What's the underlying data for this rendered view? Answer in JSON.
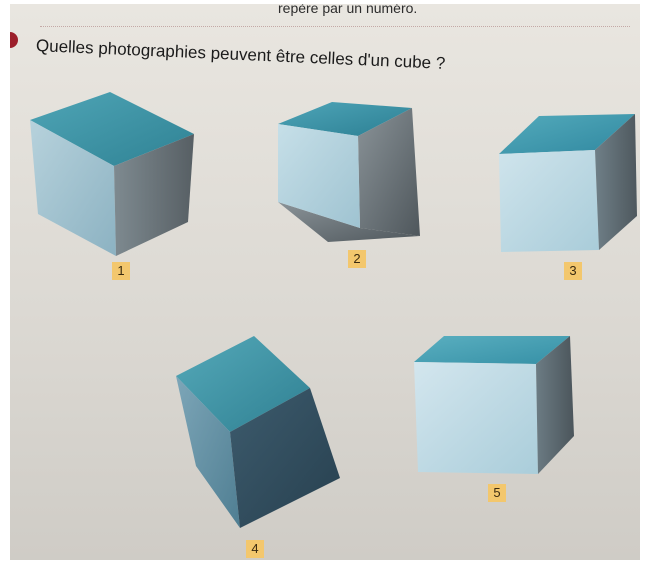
{
  "header_text": "repère par un numéro.",
  "question": "Quelles photographies peuvent être celles d'un cube ?",
  "labels": [
    "1",
    "2",
    "3",
    "4",
    "5"
  ]
}
